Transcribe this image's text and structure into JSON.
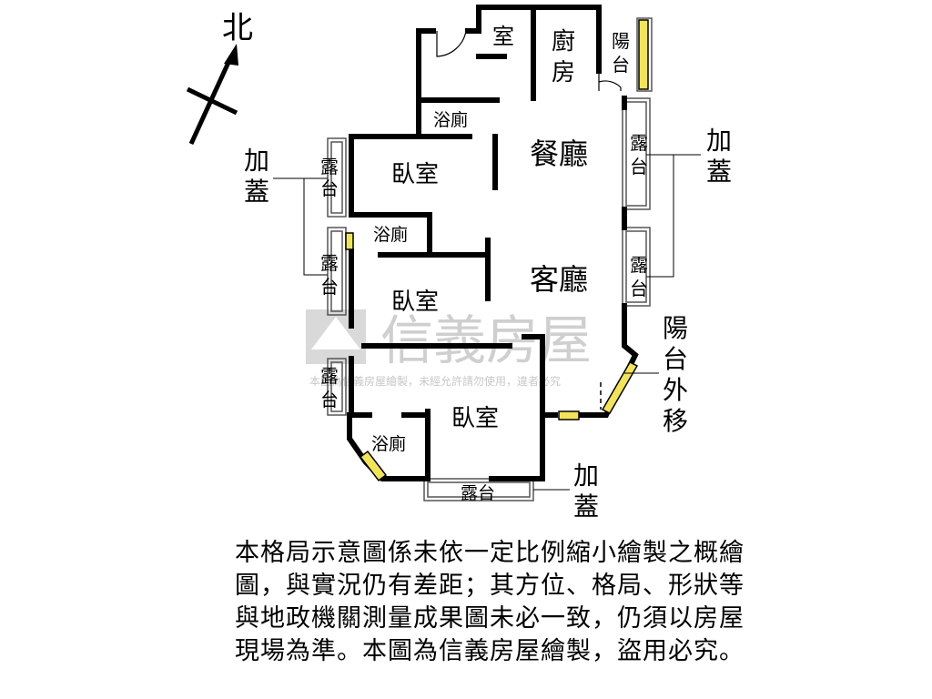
{
  "compass": {
    "north": "北"
  },
  "rooms": {
    "storage": "室",
    "kitchen_1": "廚",
    "kitchen_2": "房",
    "balcony_top_1": "陽",
    "balcony_top_2": "台",
    "bath_top": "浴廁",
    "dining": "餐廳",
    "bedroom_1": "臥室",
    "bath_mid": "浴廁",
    "living": "客廳",
    "bedroom_2": "臥室",
    "bedroom_3": "臥室",
    "bath_bottom": "浴廁",
    "terrace_bottom": "露台",
    "terrace_char_1": "露",
    "terrace_char_2": "台"
  },
  "notes": {
    "add_cover_1": "加",
    "add_cover_2": "蓋",
    "balcony_moved": [
      "陽",
      "台",
      "外",
      "移"
    ]
  },
  "watermark": {
    "brand": "信義房屋",
    "notice": "本圖為信義房屋繪製，未經允許請勿使用，違者必究"
  },
  "disclaimer": "本格局示意圖係未依一定比例縮小繪製之概繪圖，與實況仍有差距；其方位、格局、形狀等與地政機關測量成果圖未必一致，仍須以房屋現場為準。本圖為信義房屋繪製，盜用必究。"
}
